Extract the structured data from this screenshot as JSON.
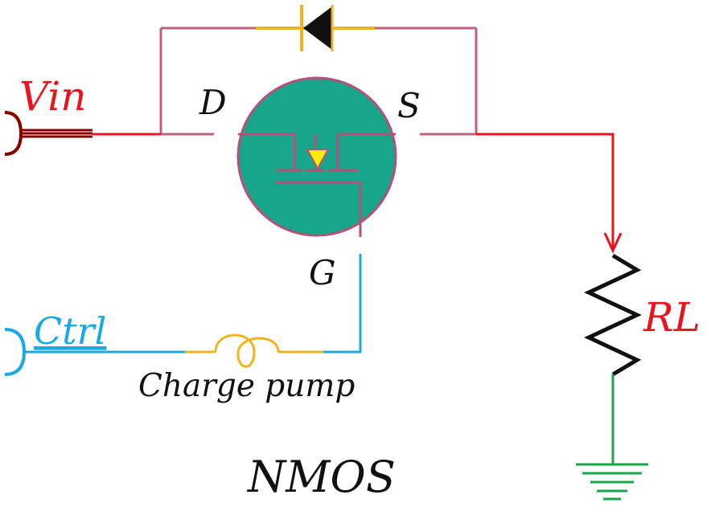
{
  "labels": {
    "vin": "Vin",
    "drain": "D",
    "source": "S",
    "gate": "G",
    "ctrl": "Ctrl",
    "charge_pump": "Charge pump",
    "load": "RL",
    "title": "NMOS"
  },
  "colors": {
    "power_wire": "#e8141e",
    "bypass_wire": "#c0607e",
    "control_wire": "#1aa9e0",
    "charge_pump": "#f0b41c",
    "diode": "#f0b41c",
    "mosfet_body": "#18a68a",
    "mosfet_outline": "#b5507a",
    "mosfet_arrow": "#ffee00",
    "resistor": "#111111",
    "ground": "#1aa64a",
    "vin_connector": "#8a0000",
    "text": "#111111"
  },
  "icons": {
    "input_connector": "connector-jack-icon",
    "body_diode": "diode-icon",
    "transistor": "nmos-transistor-icon",
    "load_resistor": "resistor-icon",
    "ground": "ground-icon",
    "charge_pump": "inductor-coil-icon"
  }
}
